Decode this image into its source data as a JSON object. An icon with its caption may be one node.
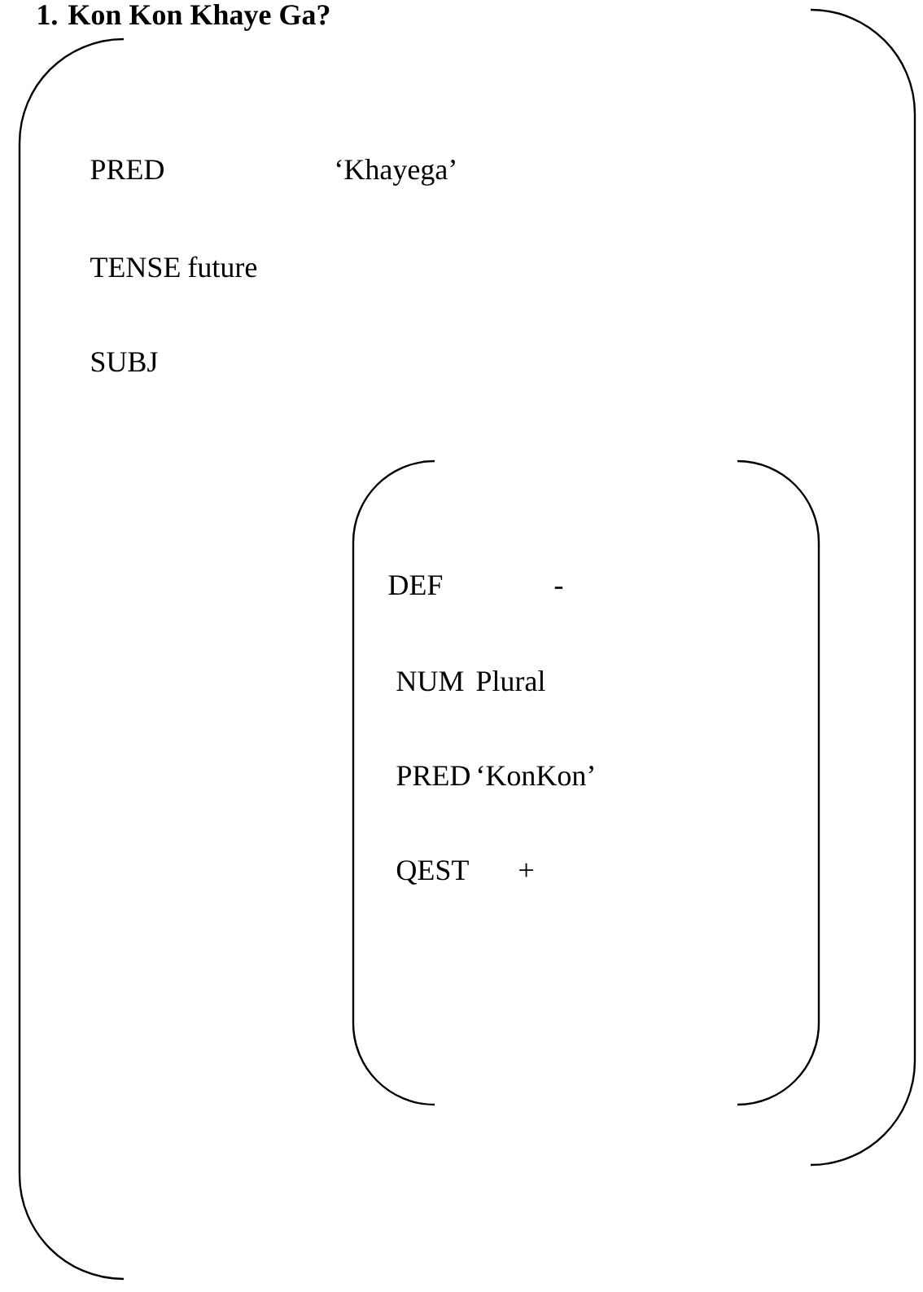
{
  "diagram": {
    "title": "1. Kon Kon Khaye Ga?",
    "nodes": [
      {
        "text": [
          "PRED",
          "‘Khayega’",
          "TENSE",
          "future",
          "SUBJ"
        ]
      },
      {
        "text": [
          "DEF",
          "-",
          "NUM",
          "Plural",
          "PRED",
          "‘KonKon’",
          "QEST",
          "+"
        ],
        "in": 0
      }
    ]
  }
}
